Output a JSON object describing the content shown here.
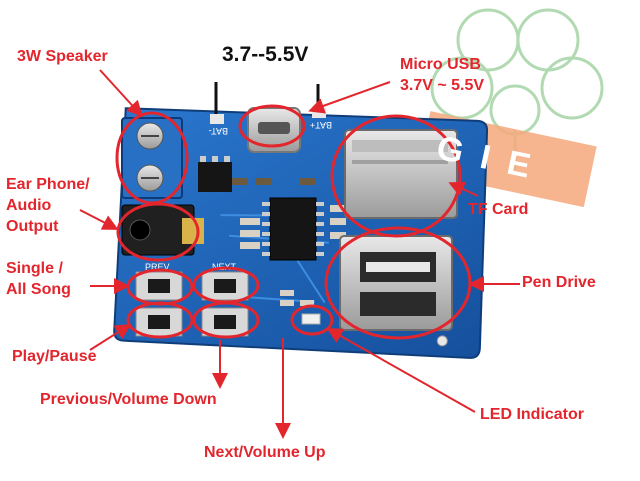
{
  "labels": {
    "speaker": "3W Speaker",
    "voltage": "3.7--5.5V",
    "micro_usb_title": "Micro USB",
    "micro_usb_range": "3.7V ~ 5.5V",
    "earphone": "Ear Phone/\nAudio\nOutput",
    "tf_card": "TF Card",
    "single_all": "Single /\nAll Song",
    "pen_drive": "Pen Drive",
    "play_pause": "Play/Pause",
    "prev_vol": "Previous/Volume Down",
    "led": "LED Indicator",
    "next_vol": "Next/Volume Up"
  },
  "silkscreen": {
    "bat_minus": "BAT-",
    "bat_plus": "BAT+",
    "prev_key": "PREV",
    "next_key": "NEXT"
  },
  "watermark": {
    "letters": "GIE"
  },
  "colors": {
    "annotation_red": "#e3262d",
    "pcb_blue": "#1c63b7",
    "watermark_orange": "#f4a87a",
    "watermark_green": "#9fd19f"
  }
}
